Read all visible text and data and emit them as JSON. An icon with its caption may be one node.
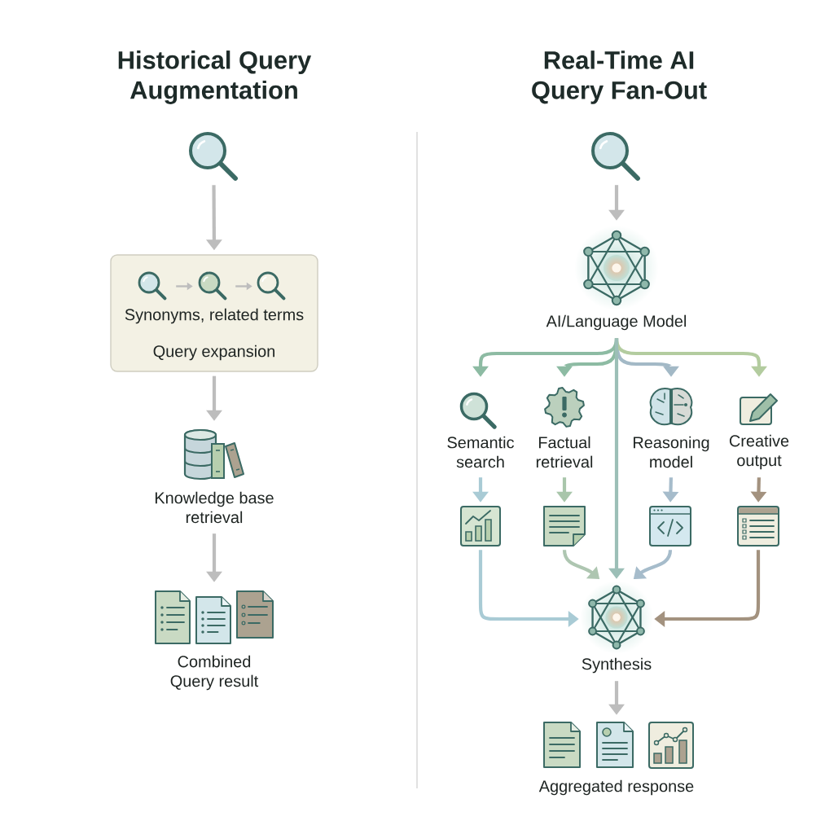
{
  "diagram": {
    "nodes": [
      {
        "text": [],
        "shape": "picture"
      },
      {
        "text": [
          "Synonyms, related terms",
          "Query expansion"
        ]
      },
      {
        "text": [],
        "shape": "picture",
        "in": 1
      },
      {
        "text": [],
        "shape": "picture",
        "in": 1
      },
      {
        "text": [],
        "shape": "picture",
        "in": 1
      },
      {
        "text": [
          "Knowledge base retrieval"
        ]
      },
      {
        "text": [
          "Combined Query result"
        ]
      },
      {
        "text": [],
        "shape": "picture"
      },
      {
        "text": [
          "AI/Language Model"
        ]
      },
      {
        "text": [
          "Semantic search"
        ]
      },
      {
        "text": [
          "Factual retrieval"
        ]
      },
      {
        "text": [
          "Reasoning model"
        ]
      },
      {
        "text": [
          "Creative output"
        ]
      },
      {
        "text": [],
        "shape": "picture"
      },
      {
        "text": [],
        "shape": "picture"
      },
      {
        "text": [],
        "shape": "picture"
      },
      {
        "text": [],
        "shape": "picture"
      },
      {
        "text": [
          "Synthesis"
        ]
      },
      {
        "text": [
          "Aggregated response"
        ]
      }
    ],
    "edges": [
      {
        "from": 0,
        "to": 1,
        "arrow": "to"
      },
      {
        "from": 2,
        "to": 3,
        "arrow": "to"
      },
      {
        "from": 3,
        "to": 4,
        "arrow": "to"
      },
      {
        "from": 1,
        "to": 5,
        "arrow": "to"
      },
      {
        "from": 5,
        "to": 6,
        "arrow": "to"
      },
      {
        "from": 7,
        "to": 8,
        "arrow": "to"
      },
      {
        "from": 8,
        "to": 9,
        "arrow": "to",
        "color": "#8dbba3"
      },
      {
        "from": 8,
        "to": 10,
        "arrow": "to",
        "color": "#8dbba3"
      },
      {
        "from": 8,
        "to": 11,
        "arrow": "to",
        "color": "#a3b9c6"
      },
      {
        "from": 8,
        "to": 12,
        "arrow": "to",
        "color": "#b3cc9f"
      },
      {
        "from": 8,
        "to": 17,
        "arrow": "to",
        "color": "#9cbfb7"
      },
      {
        "from": 9,
        "to": 13,
        "arrow": "to",
        "color": "#a9cbd5"
      },
      {
        "from": 10,
        "to": 14,
        "arrow": "to",
        "color": "#a9c6ab"
      },
      {
        "from": 11,
        "to": 15,
        "arrow": "to",
        "color": "#a6bccb"
      },
      {
        "from": 12,
        "to": 16,
        "arrow": "to",
        "color": "#a3927f"
      },
      {
        "from": 13,
        "to": 17,
        "arrow": "to",
        "color": "#a9cbd5"
      },
      {
        "from": 14,
        "to": 17,
        "arrow": "to",
        "color": "#aec6b1"
      },
      {
        "from": 15,
        "to": 17,
        "arrow": "to",
        "color": "#a6bccb"
      },
      {
        "from": 16,
        "to": 17,
        "arrow": "to",
        "color": "#a3927f"
      },
      {
        "from": 17,
        "to": 18,
        "arrow": "to"
      }
    ],
    "labels": [
      "Historical Query Augmentation",
      "Real-Time AI Query Fan-Out"
    ]
  }
}
